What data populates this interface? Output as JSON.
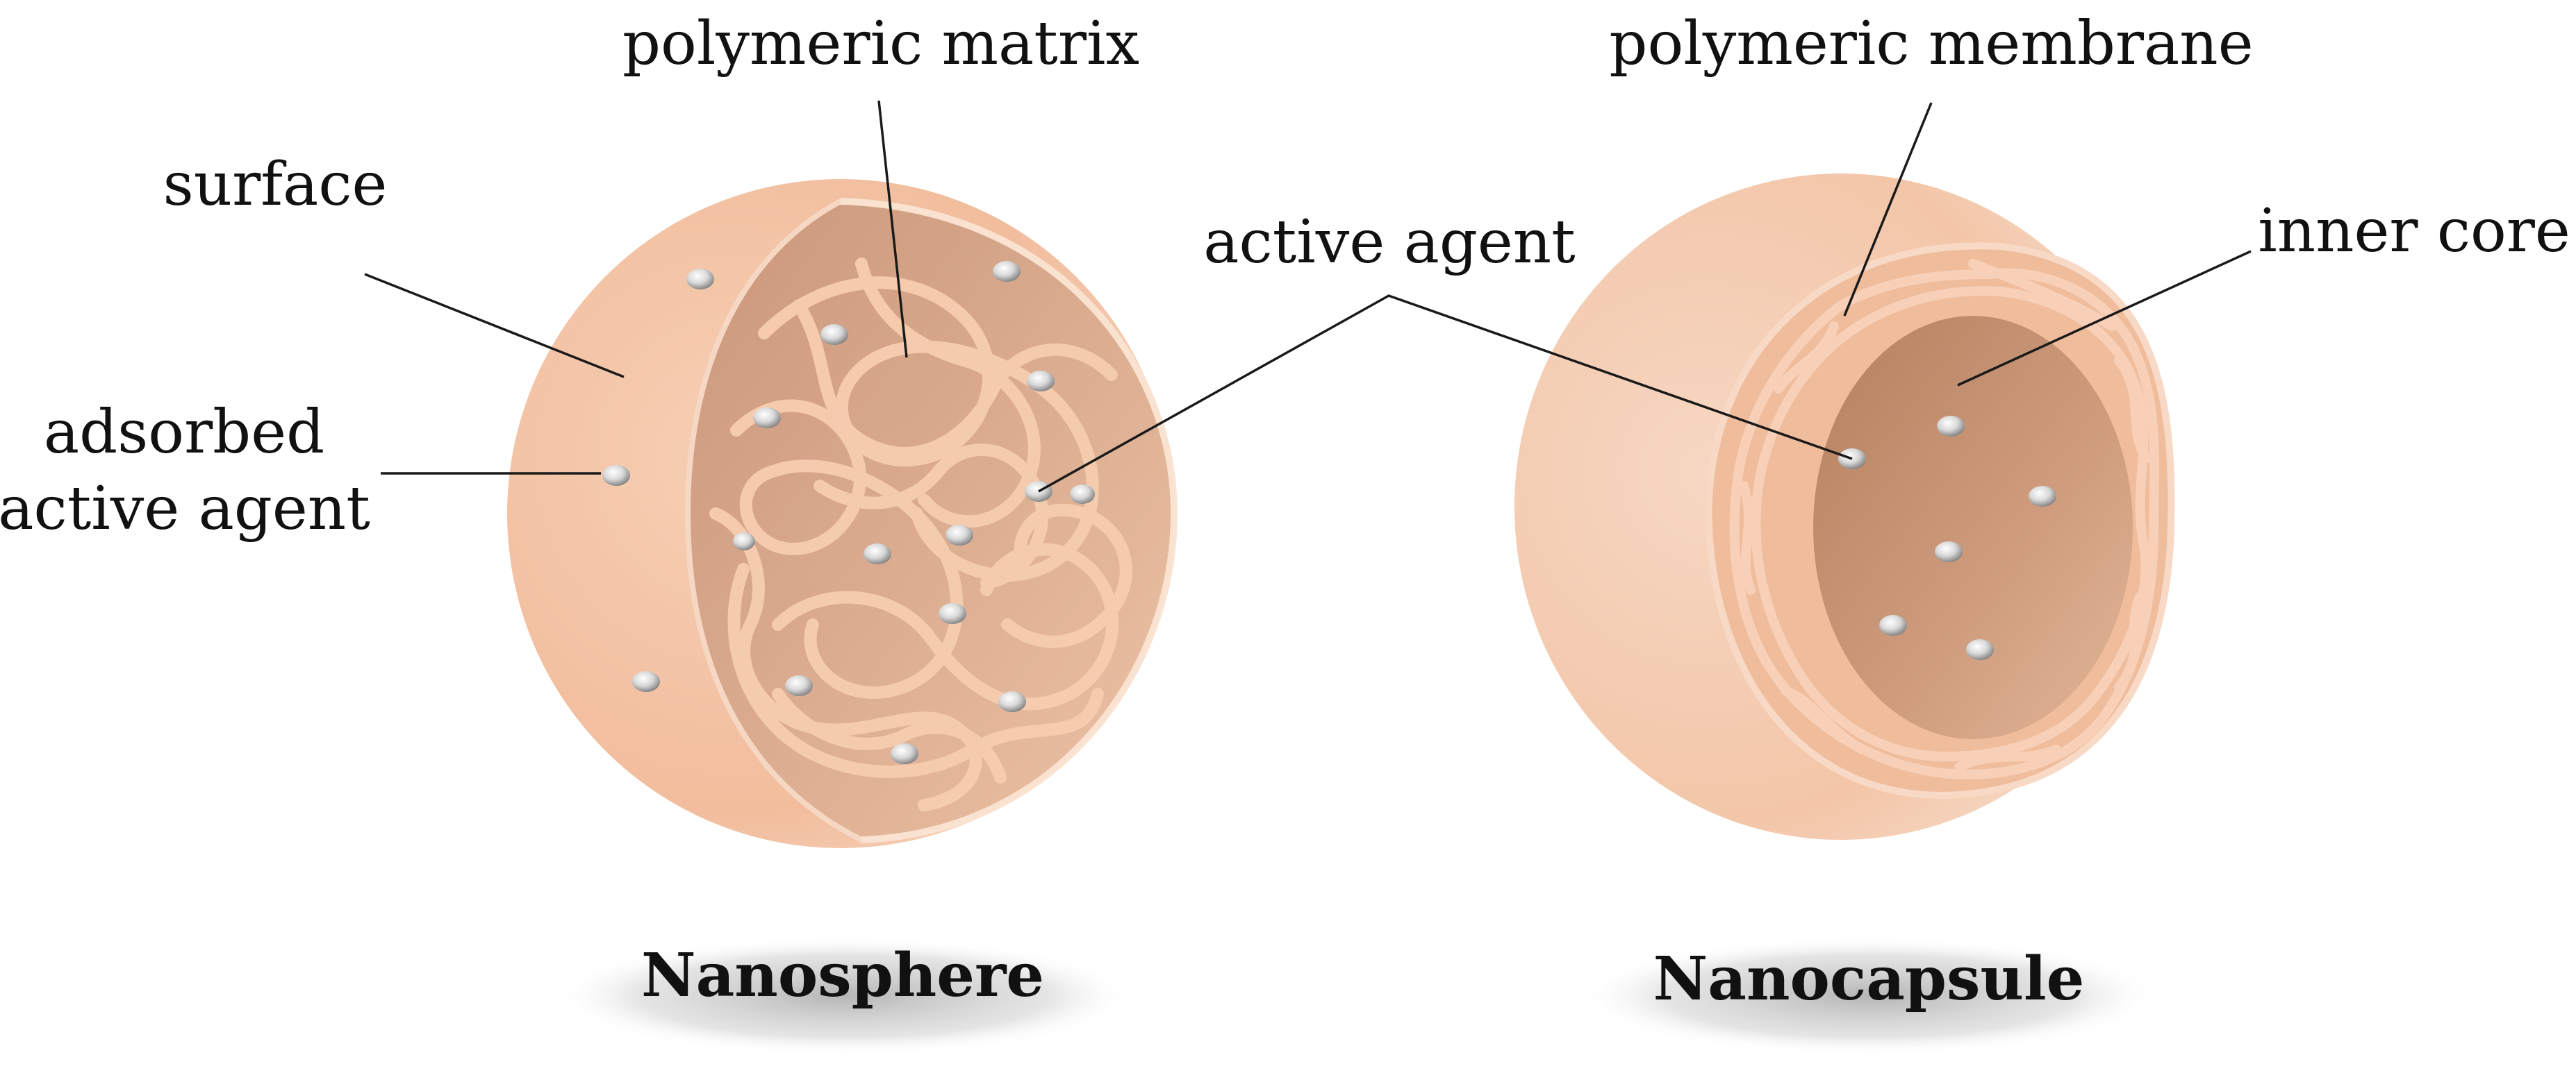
{
  "nanosphere": {
    "title": "Nanosphere",
    "labels": {
      "surface": "surface",
      "polymeric_matrix": "polymeric matrix",
      "adsorbed_line1": "adsorbed",
      "adsorbed_line2": "active agent"
    }
  },
  "nanocapsule": {
    "title": "Nanocapsule",
    "labels": {
      "polymeric_membrane": "polymeric membrane",
      "inner_core": "inner core"
    }
  },
  "shared_label": "active agent",
  "colors": {
    "shell": "#f3c2a2",
    "shell_light": "#f9dcc8",
    "cut_face": "#d9a88a",
    "core": "#c08c6c",
    "strand": "#f6c9ab",
    "agent": "#e8e8e8",
    "shadow": "#bdbdbd"
  }
}
